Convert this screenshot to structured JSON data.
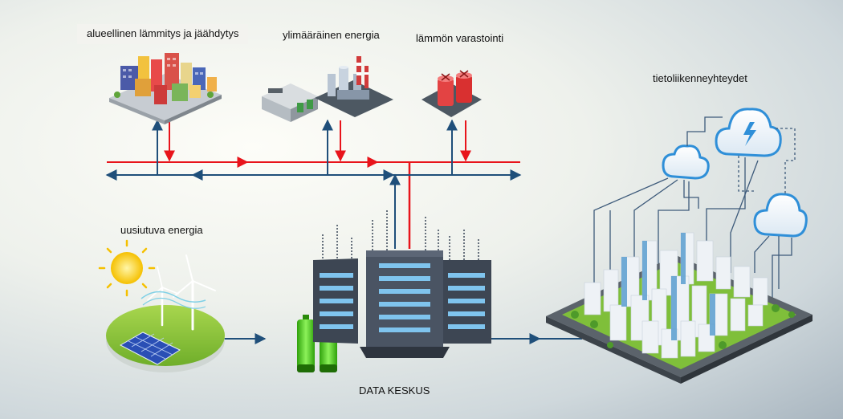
{
  "labels": {
    "district_heating": "alueellinen lämmitys ja jäähdytys",
    "surplus_energy": "ylimääräinen energia",
    "heat_storage": "lämmön varastointi",
    "telecom": "tietoliikenneyhteydet",
    "renewable": "uusiutuva energia",
    "data_center": "DATA KESKUS"
  },
  "icons": [
    "city-block-icon",
    "power-plant-icon",
    "storage-tank-icon",
    "cloud-icon",
    "sun-icon",
    "wind-turbine-icon",
    "solar-panel-icon",
    "battery-icon",
    "server-rack-icon",
    "smart-city-icon"
  ],
  "colors": {
    "heat_line": "#e8141b",
    "data_line": "#1f4f7a",
    "battery_green": "#4cd21a",
    "server_dark": "#3d4653",
    "server_light": "#7fc4ee",
    "cloud_blue": "#2f8fd8"
  }
}
